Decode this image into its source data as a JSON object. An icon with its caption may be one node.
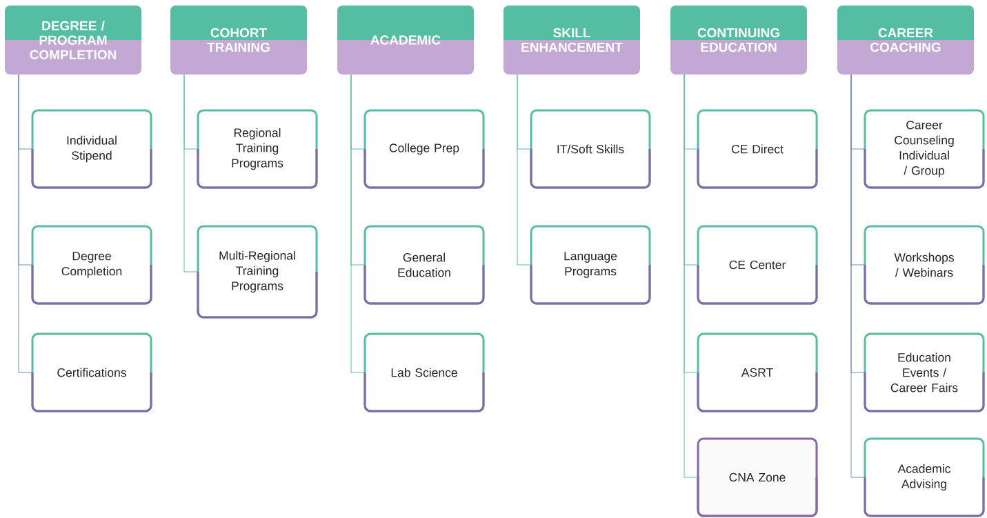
{
  "diagram": {
    "nodes": [
      {
        "text": [
          "DEGREE / PROGRAM COMPLETION"
        ]
      },
      {
        "text": [
          "Individual Stipend"
        ]
      },
      {
        "text": [
          "Degree Completion"
        ]
      },
      {
        "text": [
          "Certifications"
        ]
      },
      {
        "text": [
          "COHORT TRAINING"
        ]
      },
      {
        "text": [
          "Regional Training Programs"
        ]
      },
      {
        "text": [
          "Multi-Regional Training Programs"
        ]
      },
      {
        "text": [
          "ACADEMIC"
        ]
      },
      {
        "text": [
          "College Prep"
        ]
      },
      {
        "text": [
          "General Education"
        ]
      },
      {
        "text": [
          "Lab Science"
        ]
      },
      {
        "text": [
          "SKILL ENHANCEMENT"
        ]
      },
      {
        "text": [
          "IT/Soft Skills"
        ]
      },
      {
        "text": [
          "Language Programs"
        ]
      },
      {
        "text": [
          "CONTINUING EDUCATION"
        ]
      },
      {
        "text": [
          "CE Direct"
        ]
      },
      {
        "text": [
          "CE Center"
        ]
      },
      {
        "text": [
          "ASRT"
        ]
      },
      {
        "text": [
          "CNA Zone"
        ]
      },
      {
        "text": [
          "CAREER COACHING"
        ]
      },
      {
        "text": [
          "Career Counseling Individual / Group"
        ]
      },
      {
        "text": [
          "Workshops / Webinars"
        ]
      },
      {
        "text": [
          "Education Events / Career Fairs"
        ]
      },
      {
        "text": [
          "Academic Advising"
        ]
      }
    ],
    "edges": [
      {
        "from": 0,
        "to": 1,
        "arrow": "none",
        "color": "#6f8fb8"
      },
      {
        "from": 0,
        "to": 2,
        "arrow": "none",
        "color": "#6f8fb8"
      },
      {
        "from": 0,
        "to": 3,
        "arrow": "none",
        "color": "#6f8fb8"
      },
      {
        "from": 4,
        "to": 5,
        "arrow": "none"
      },
      {
        "from": 4,
        "to": 6,
        "arrow": "none"
      },
      {
        "from": 7,
        "to": 8,
        "arrow": "none"
      },
      {
        "from": 7,
        "to": 9,
        "arrow": "none"
      },
      {
        "from": 7,
        "to": 10,
        "arrow": "none"
      },
      {
        "from": 11,
        "to": 12,
        "arrow": "none"
      },
      {
        "from": 11,
        "to": 13,
        "arrow": "none"
      },
      {
        "from": 14,
        "to": 15,
        "arrow": "none"
      },
      {
        "from": 14,
        "to": 16,
        "arrow": "none"
      },
      {
        "from": 14,
        "to": 17,
        "arrow": "none"
      },
      {
        "from": 14,
        "to": 18,
        "arrow": "none"
      },
      {
        "from": 19,
        "to": 20,
        "arrow": "none",
        "color": "#6f8fb8"
      },
      {
        "from": 19,
        "to": 21,
        "arrow": "none",
        "color": "#6f8fb8"
      },
      {
        "from": 19,
        "to": 22,
        "arrow": "none",
        "color": "#6f8fb8"
      },
      {
        "from": 19,
        "to": 23,
        "arrow": "none",
        "color": "#6f8fb8"
      }
    ]
  }
}
